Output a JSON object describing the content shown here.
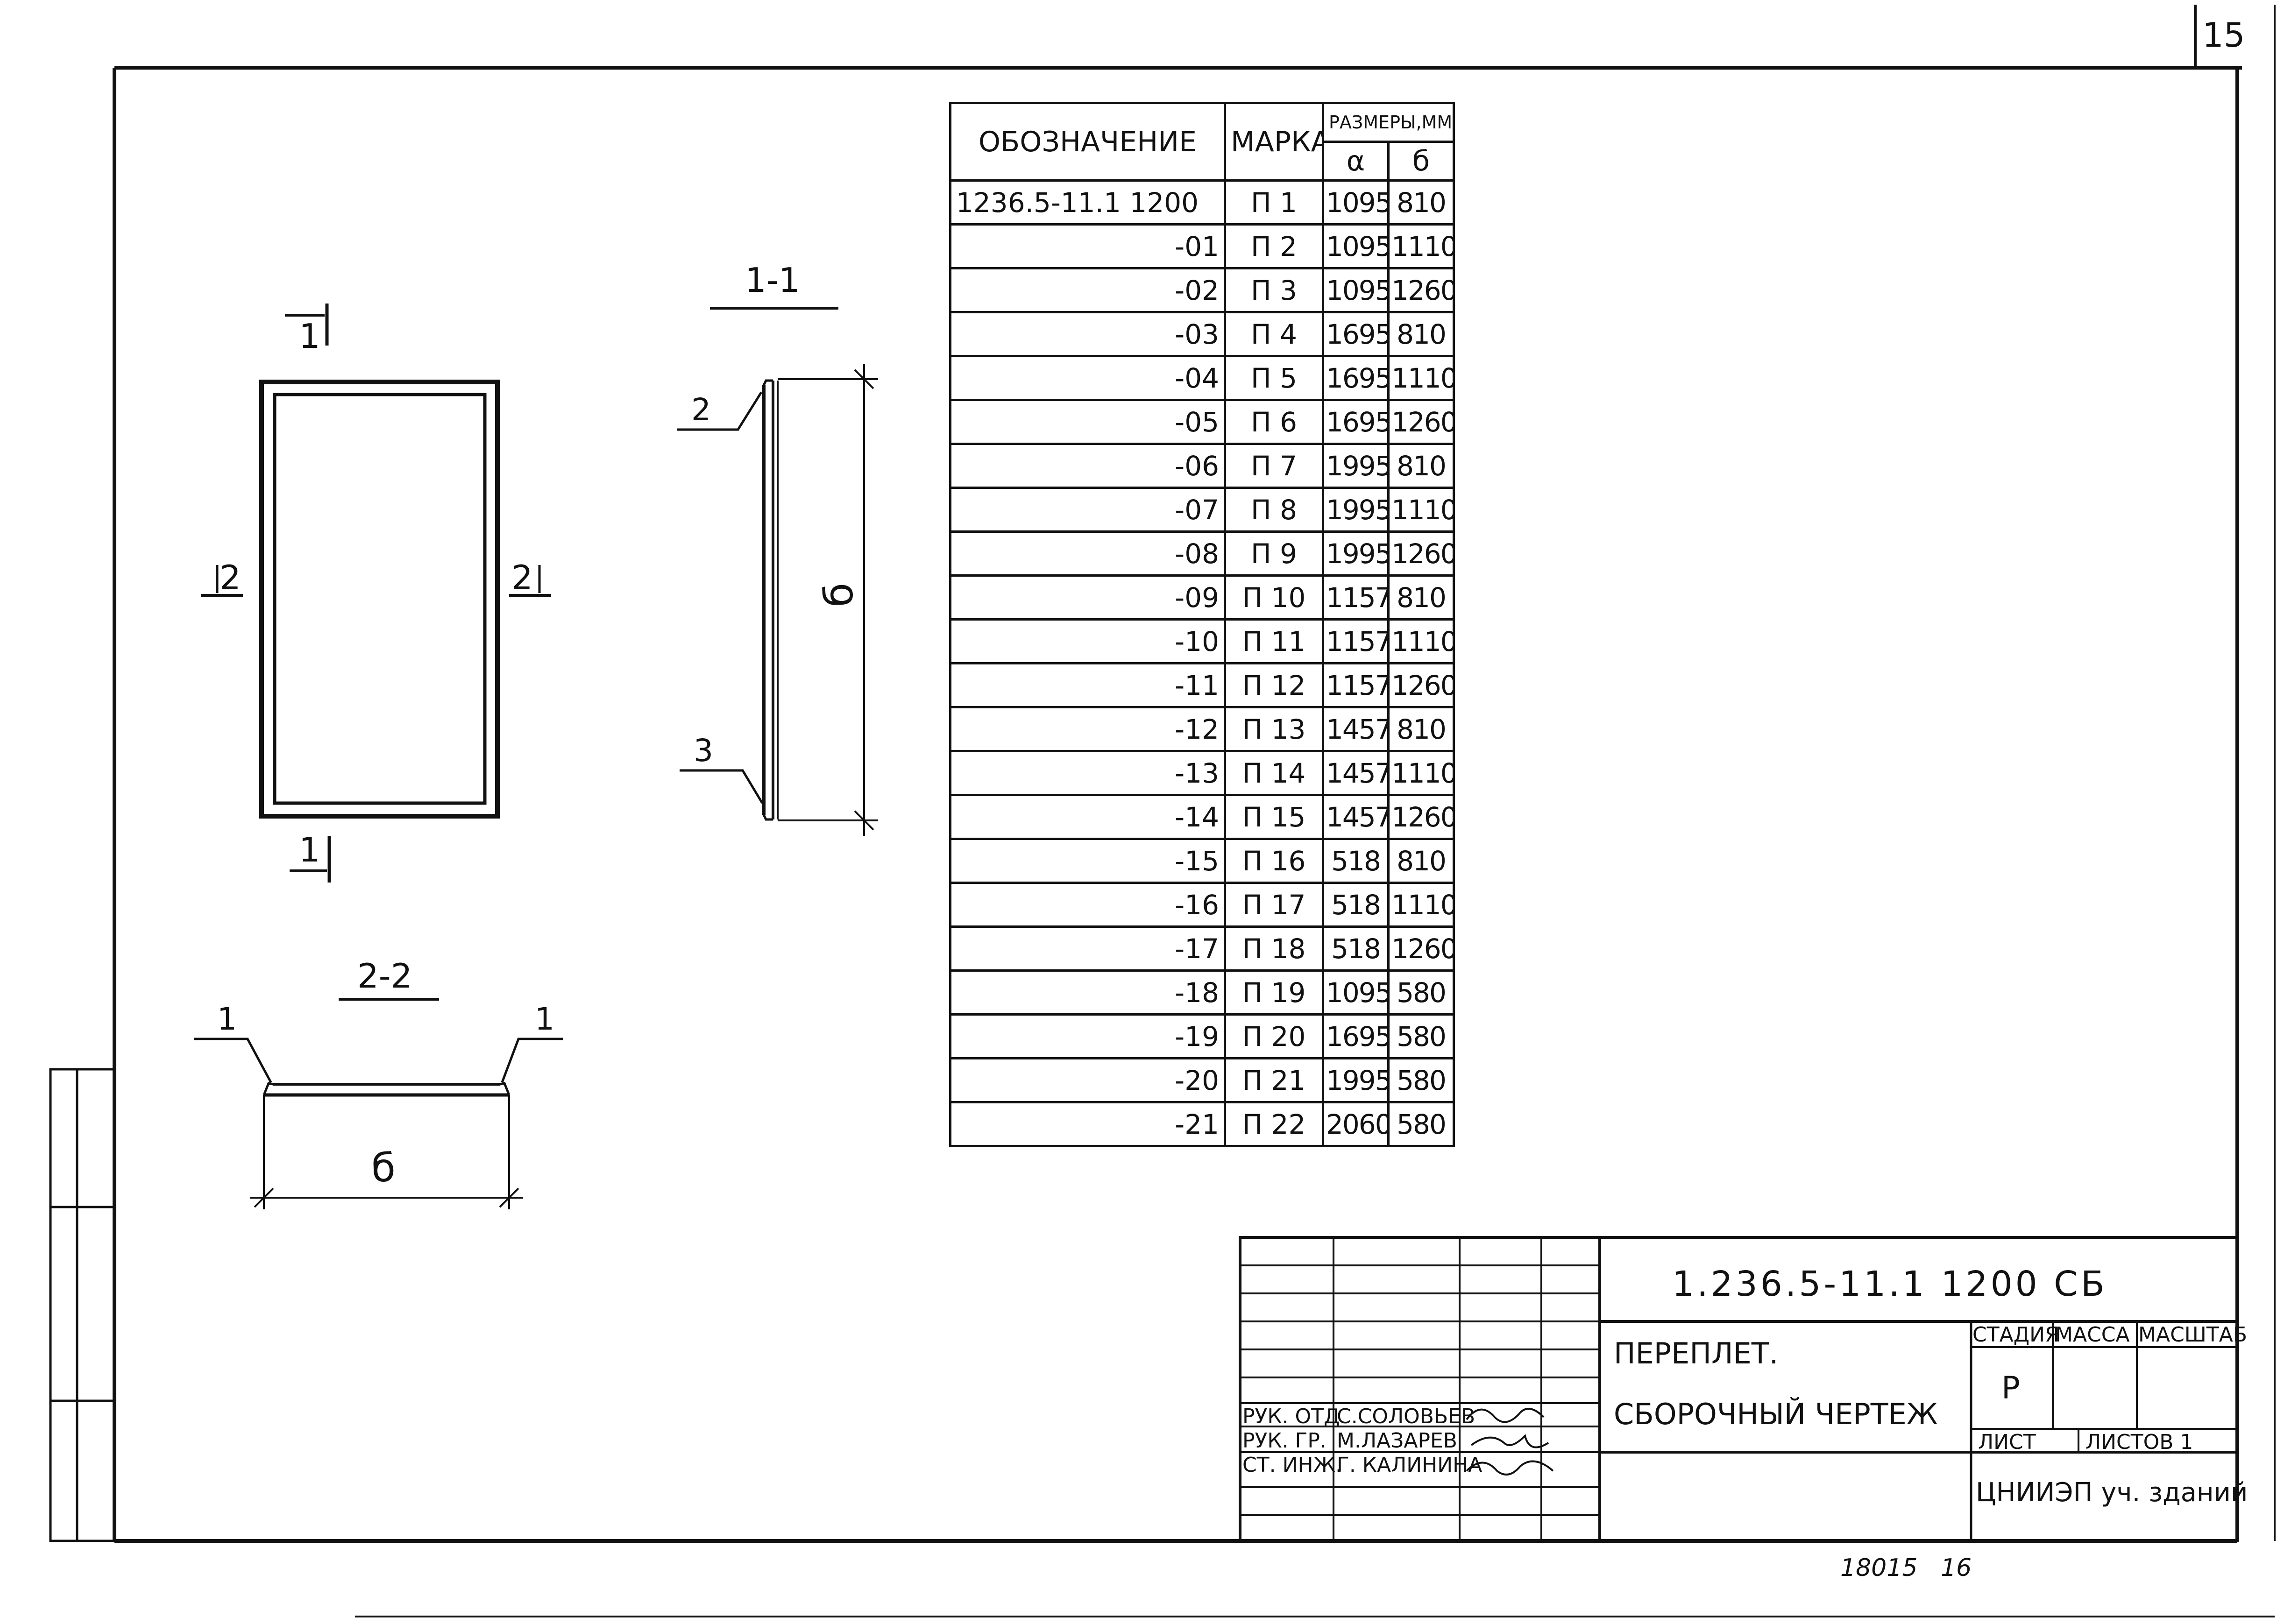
{
  "sheet_number": "15",
  "table": {
    "header": {
      "designation": "ОБОЗНАЧЕНИЕ",
      "mark": "МАРКА",
      "dimensions": "РАЗМЕРЫ,ММ",
      "col_a": "α",
      "col_b": "б"
    },
    "rows": [
      {
        "designation": "1236.5-11.1 1200",
        "mark": "П 1",
        "a": "1095",
        "b": "810"
      },
      {
        "designation": "-01",
        "mark": "П 2",
        "a": "1095",
        "b": "1110"
      },
      {
        "designation": "-02",
        "mark": "П 3",
        "a": "1095",
        "b": "1260"
      },
      {
        "designation": "-03",
        "mark": "П 4",
        "a": "1695",
        "b": "810"
      },
      {
        "designation": "-04",
        "mark": "П 5",
        "a": "1695",
        "b": "1110"
      },
      {
        "designation": "-05",
        "mark": "П 6",
        "a": "1695",
        "b": "1260"
      },
      {
        "designation": "-06",
        "mark": "П 7",
        "a": "1995",
        "b": "810"
      },
      {
        "designation": "-07",
        "mark": "П 8",
        "a": "1995",
        "b": "1110"
      },
      {
        "designation": "-08",
        "mark": "П 9",
        "a": "1995",
        "b": "1260"
      },
      {
        "designation": "-09",
        "mark": "П 10",
        "a": "1157",
        "b": "810"
      },
      {
        "designation": "-10",
        "mark": "П 11",
        "a": "1157",
        "b": "1110"
      },
      {
        "designation": "-11",
        "mark": "П 12",
        "a": "1157",
        "b": "1260"
      },
      {
        "designation": "-12",
        "mark": "П 13",
        "a": "1457",
        "b": "810"
      },
      {
        "designation": "-13",
        "mark": "П 14",
        "a": "1457",
        "b": "1110"
      },
      {
        "designation": "-14",
        "mark": "П 15",
        "a": "1457",
        "b": "1260"
      },
      {
        "designation": "-15",
        "mark": "П 16",
        "a": "518",
        "b": "810"
      },
      {
        "designation": "-16",
        "mark": "П 17",
        "a": "518",
        "b": "1110"
      },
      {
        "designation": "-17",
        "mark": "П 18",
        "a": "518",
        "b": "1260"
      },
      {
        "designation": "-18",
        "mark": "П 19",
        "a": "1095",
        "b": "580"
      },
      {
        "designation": "-19",
        "mark": "П 20",
        "a": "1695",
        "b": "580"
      },
      {
        "designation": "-20",
        "mark": "П 21",
        "a": "1995",
        "b": "580"
      },
      {
        "designation": "-21",
        "mark": "П 22",
        "a": "2060",
        "b": "580"
      }
    ]
  },
  "views": {
    "section_1_1": "1-1",
    "section_2_2": "2-2",
    "cut_mark_1": "1",
    "cut_mark_2": "2",
    "dim_b": "б",
    "pos_1": "1",
    "pos_2": "2",
    "pos_3": "3"
  },
  "title_block": {
    "document_code": "1.236.5-11.1 1200 СБ",
    "item_name": "ПЕРЕПЛЕТ.",
    "drawing_type": "СБОРОЧНЫЙ ЧЕРТЕЖ",
    "stage_label": "СТАДИЯ",
    "mass_label": "МАССА",
    "scale_label": "МАСШТАБ",
    "stage_value": "Р",
    "sheet_label": "ЛИСТ",
    "sheets_label": "ЛИСТОВ 1",
    "organization": "ЦНИИЭП уч. зданий",
    "roles": [
      {
        "role": "РУК. ОТД",
        "name": "С.СОЛОВЬЕВ"
      },
      {
        "role": "РУК. ГР.",
        "name": "М.ЛАЗАРЕВ"
      },
      {
        "role": "СТ. ИНЖ.",
        "name": "Г. КАЛИНИНА"
      }
    ]
  },
  "footer_note": "18015   16"
}
